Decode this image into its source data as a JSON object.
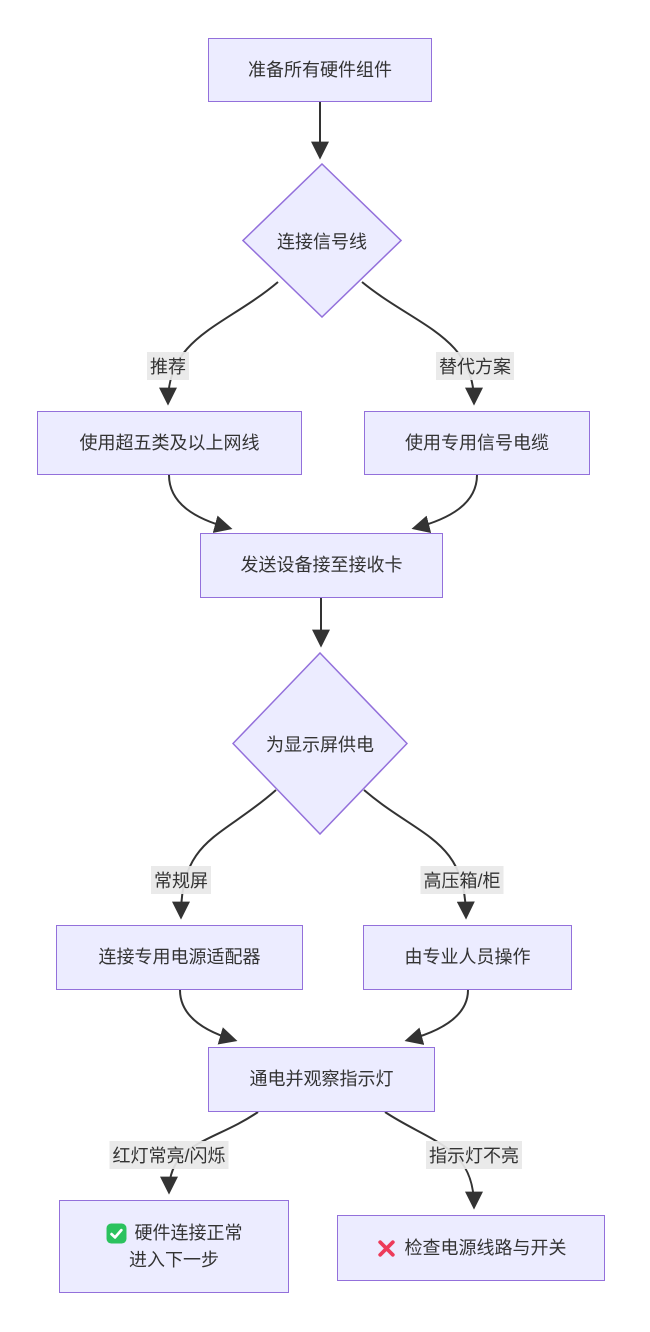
{
  "flowchart": {
    "nodes": {
      "prepare": "准备所有硬件组件",
      "connect_signal": "连接信号线",
      "cat5e": "使用超五类及以上网线",
      "signal_cable": "使用专用信号电缆",
      "sender_receiver": "发送设备接至接收卡",
      "power_screen": "为显示屏供电",
      "adapter": "连接专用电源适配器",
      "professional": "由专业人员操作",
      "power_on": "通电并观察指示灯",
      "ok_line1": "硬件连接正常",
      "ok_line2": "进入下一步",
      "check_power": "检查电源线路与开关"
    },
    "edge_labels": {
      "recommended": "推荐",
      "alternative": "替代方案",
      "normal_screen": "常规屏",
      "high_voltage_box": "高压箱/柜",
      "red_light": "红灯常亮/闪烁",
      "light_off": "指示灯不亮"
    },
    "edges": [
      {
        "from": "准备所有硬件组件",
        "to": "连接信号线",
        "label": ""
      },
      {
        "from": "连接信号线",
        "to": "使用超五类及以上网线",
        "label": "推荐"
      },
      {
        "from": "连接信号线",
        "to": "使用专用信号电缆",
        "label": "替代方案"
      },
      {
        "from": "使用超五类及以上网线",
        "to": "发送设备接至接收卡",
        "label": ""
      },
      {
        "from": "使用专用信号电缆",
        "to": "发送设备接至接收卡",
        "label": ""
      },
      {
        "from": "发送设备接至接收卡",
        "to": "为显示屏供电",
        "label": ""
      },
      {
        "from": "为显示屏供电",
        "to": "连接专用电源适配器",
        "label": "常规屏"
      },
      {
        "from": "为显示屏供电",
        "to": "由专业人员操作",
        "label": "高压箱/柜"
      },
      {
        "from": "连接专用电源适配器",
        "to": "通电并观察指示灯",
        "label": ""
      },
      {
        "from": "由专业人员操作",
        "to": "通电并观察指示灯",
        "label": ""
      },
      {
        "from": "通电并观察指示灯",
        "to": "硬件连接正常 进入下一步",
        "label": "红灯常亮/闪烁"
      },
      {
        "from": "通电并观察指示灯",
        "to": "检查电源线路与开关",
        "label": "指示灯不亮"
      }
    ],
    "icons": {
      "success": "check-icon",
      "failure": "cross-icon"
    },
    "colors": {
      "node_fill": "#ECECFF",
      "node_border": "#9370DB",
      "edge_line": "#333333",
      "text": "#333333",
      "edge_label_bg": "#E8E8E8",
      "success_green": "#2BC25E",
      "failure_red": "#ED3B5A"
    }
  }
}
